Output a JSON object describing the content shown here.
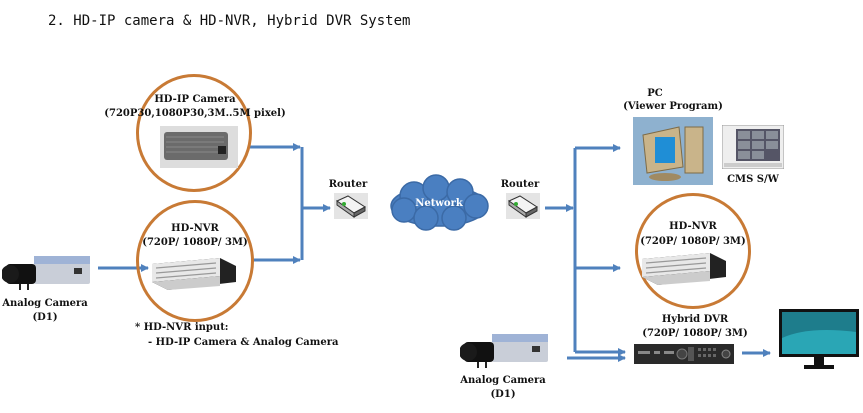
{
  "title": "2. HD-IP camera & HD-NVR, Hybrid DVR System",
  "colors": {
    "wire": "#4f81bd",
    "ring": "#c87a35",
    "cloud": "#4a7fc1"
  },
  "nodes": {
    "hd_ip_camera": {
      "name": "HD-IP Camera",
      "spec": "(720P30,1080P30,3M..5M pixel)"
    },
    "hd_nvr_left": {
      "name": "HD-NVR",
      "spec": "(720P/ 1080P/ 3M)"
    },
    "analog_camera_left": {
      "name": "Analog Camera",
      "spec": "(D1)"
    },
    "note": {
      "line1": "* HD-NVR input:",
      "line2": "- HD-IP Camera & Analog Camera"
    },
    "router_left": {
      "name": "Router"
    },
    "network": {
      "name": "Network"
    },
    "router_right": {
      "name": "Router"
    },
    "pc": {
      "name": "PC",
      "spec": "(Viewer Program)"
    },
    "cms": {
      "name": "CMS S/W"
    },
    "hd_nvr_right": {
      "name": "HD-NVR",
      "spec": "(720P/ 1080P/ 3M)"
    },
    "hybrid_dvr": {
      "name": "Hybrid DVR",
      "spec": "(720P/ 1080P/ 3M)"
    },
    "analog_camera_bottom": {
      "name": "Analog Camera",
      "spec": "(D1)"
    }
  }
}
